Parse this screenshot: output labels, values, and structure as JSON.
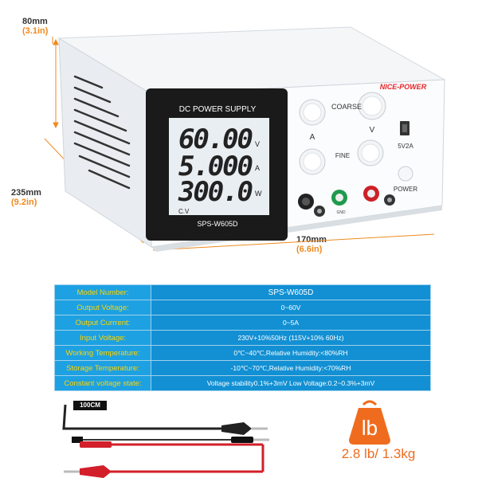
{
  "dimensions": {
    "height": {
      "mm": "80mm",
      "in": "(3.1in)"
    },
    "depth": {
      "mm": "235mm",
      "in": "(9.2in)"
    },
    "width": {
      "mm": "170mm",
      "in": "(6.6in)"
    }
  },
  "device": {
    "brand": "NICE-POWER",
    "lcd_title": "DC POWER SUPPLY",
    "lcd_voltage": "60.00",
    "lcd_voltage_unit": "V",
    "lcd_current": "5.000",
    "lcd_current_unit": "A",
    "lcd_power": "300.0",
    "lcd_power_unit": "W",
    "lcd_mode": "C.V",
    "lcd_model": "SPS-W605D",
    "knob_coarse": "COARSE",
    "knob_fine": "FINE",
    "knob_a": "A",
    "knob_v": "V",
    "usb_label": "5V2A",
    "power_label": "POWER",
    "gnd_label": "GND"
  },
  "specs": {
    "rows": [
      {
        "key": "Model Number:",
        "value": "SPS-W605D"
      },
      {
        "key": "Output Voltage:",
        "value": "0~60V"
      },
      {
        "key": "Output Currrent:",
        "value": "0~5A"
      },
      {
        "key": "Input Voltage:",
        "value": "230V+10%50Hz  (115V+10% 60Hz)"
      },
      {
        "key": "Working Temperature:",
        "value": "0℃~40℃,Relative Humidity:<80%RH"
      },
      {
        "key": "Storage Temperature:",
        "value": "-10℃~70℃,Relative Humidity:<70%RH"
      },
      {
        "key": "Constant voltage state:",
        "value": "Voltage stability0.1%+3mV Low Voltage:0.2~0.3%+3mV"
      }
    ]
  },
  "cable_label": "100CM",
  "weight": {
    "icon_text": "lb",
    "text": "2.8 lb/ 1.3kg"
  },
  "colors": {
    "accent": "#ef8a1e",
    "table_key": "#1da1e2",
    "table_value": "#1290d3",
    "key_text": "#ffd400",
    "brand": "#e8242a"
  }
}
